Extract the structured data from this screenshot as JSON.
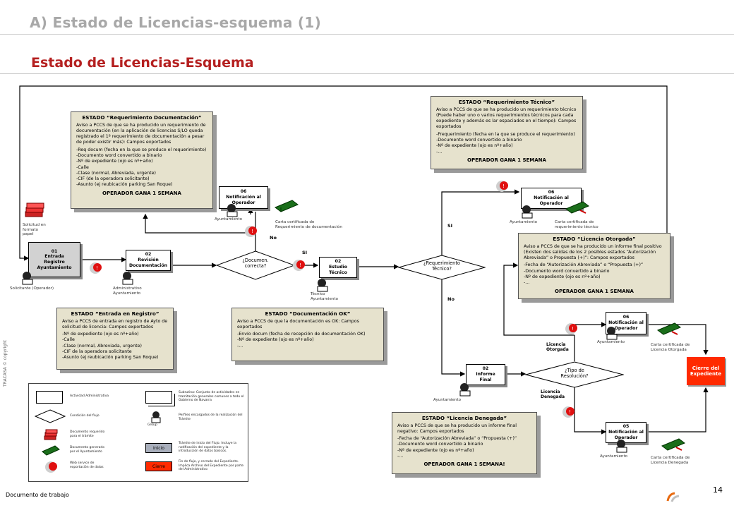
{
  "header": {
    "title": "A) Estado de Licencias-esquema (1)",
    "subtitle": "Estado de Licencias-Esquema"
  },
  "states": {
    "req_doc": {
      "title": "ESTADO “Requerimiento Documentación”",
      "text": "Aviso a PCCS de que se ha producido un requerimiento de documentación (en la aplicación de licencias S/LO queda registrado el 1º requerimiento de documentación a pesar de poder existir más): Campos exportados",
      "items": [
        "-Req docum (fecha en la que se produce el requerimiento)",
        "-Documento word convertido a binario",
        "-Nº de expediente (ojo es nº+año)",
        "-Calle",
        "-Clase (normal, Abreviada, urgente)",
        "-CIF (de la operadora solicitante)",
        "-Asunto (ej reubicación parking San Roque)"
      ],
      "footer": "OPERADOR GANA 1 SEMANA"
    },
    "req_tec": {
      "title": "ESTADO “Requerimiento Técnico”",
      "text": "Aviso a PCCS de que se ha producido un requerimiento técnico (Puede haber uno o varios requerimientos técnicos para cada expediente y además es lar espaciados en el tiempo): Campos exportados",
      "items": [
        "-Frequerimiento (fecha en la que se produce el requerimiento)",
        "-Documento word convertido a binario",
        "-Nº de expediente (ojo es nº+año)",
        "-..."
      ],
      "footer": "OPERADOR GANA 1 SEMANA"
    },
    "entrada": {
      "title": "ESTADO “Entrada en Registro”",
      "text": "Aviso a PCCS de entrada en registro de Ayto de solicitud de licencia: Campos exportados",
      "items": [
        "-Nº de expediente (ojo es nº+año)",
        "-Calle",
        "-Clase (normal, Abreviada, urgente)",
        "-CIF de la operadora solicitante",
        "-Asunto (ej reubicación parking San Roque)"
      ],
      "footer": ""
    },
    "doc_ok": {
      "title": "ESTADO “Documentación OK”",
      "text": "Aviso a PCCS de que la documentación es  OK: Campos exportados",
      "items": [
        "-Envío docum (fecha de recepción de documentación OK)",
        "-Nº de expediente (ojo es nº+año)",
        "-..."
      ],
      "footer": ""
    },
    "otorgada": {
      "title": "ESTADO “Licencia Otorgada”",
      "text": "Aviso a PCCS de que se ha producido un informe final positivo (Existen dos salidas de los 2 posibles estados “Autorización Abreviada” o Propuesta (+)”: Campos exportados",
      "items": [
        "-Fecha de “Autorización Abreviada” o “Propuesta (+)”",
        "-Documento word convertido a binario",
        "-Nº de expediente (ojo es nº+año)",
        "-..."
      ],
      "footer": "OPERADOR GANA 1 SEMANA"
    },
    "denegada": {
      "title": "ESTADO “Licencia Denegada”",
      "text": "Aviso a PCCS de que se ha producido un informe final negativo: Campos exportados",
      "items": [
        "-Fecha de “Autorización Abreviada” o “Propuesta (+)”",
        "-Documento word convertido a binario",
        "-Nº de expediente (ojo es nº+año)",
        "-..."
      ],
      "footer": "OPERADOR GANA 1 SEMANA!"
    }
  },
  "activities": {
    "a01": "01\nEntrada\nRegistro\nAyuntamiento",
    "a02a": "02\nRevisión\nDocumentación",
    "a02b": "02\nEstudio\nTécnico",
    "a02c": "02\nInforme\nFinal",
    "a06a": "06\nNotificación al\nOperador",
    "a06b": "06\nNotificación al\nOperador",
    "a06c": "06\nNotificación al\nOperador",
    "a05": "05\nNotificación al\nOperador",
    "cierre": "Cierre del\nExpediente"
  },
  "decisions": {
    "d1": "¿Documen.\ncorrecta?",
    "d2": "¿Requerimiento\nTécnico?",
    "d3": "¿Tipo de\nResolución?"
  },
  "labels": {
    "si1": "SI",
    "no1": "No",
    "si2": "SI",
    "no2": "No",
    "otorgada": "Licencia\nOtorgada",
    "denegada": "Licencia\nDenegada",
    "solicitud": "Solicitud en\nformato\npapel",
    "solicitante": "Solicitante (Operador)",
    "administrativo": "Administrativo\nAyuntamiento",
    "tecnico": "Técnico\nAyuntamiento",
    "ayto1": "Ayuntamiento",
    "ayto2": "Ayuntamiento",
    "ayto3": "Ayuntamiento",
    "ayto4": "Ayuntamiento",
    "ayto5": "Ayuntamiento",
    "carta_req_doc": "Carta certificada de\nRequerimiento de documentación",
    "carta_req_tec": "Carta certificada de\nrequerimiento técnico",
    "carta_otorgada": "Carta certificada de\nLicencia Otorgada",
    "carta_denegada": "Carta certificada de\nLicencia Denegada"
  },
  "legend": {
    "actividad": "Actividad Administrativa",
    "subrutina": "Subrutina: Conjunto de actividades en tramitación generales comunes a todo el Gobierno de Navarra",
    "condicion": "Condición del flujo",
    "perfiles": "Perfiles encargados de la realización del Trámite",
    "group": "Group",
    "doc_req": "Documento requerido\npara el trámite",
    "doc_gen": "Documento generado\npor el Ayuntamiento",
    "inicio_label": "Inicio",
    "inicio_text": "Trámite de inicio del Flujo. Incluye la notificación del expediente y la introducción de datos básicos.",
    "cierre_label": "Cierre",
    "cierre_text": "Fin de flujo, y cerrado del Expediente. Implica Archivo del Expediente por parte del Administrativo",
    "web": "Web service de\nexportación de datos"
  },
  "footer": {
    "doc": "Documento de trabajo",
    "page": "14",
    "copyright": "TRACASA © copyright"
  },
  "colors": {
    "title_red": "#b52020",
    "state_fill": "#e6e2cd",
    "cierre": "#ff2a00",
    "alarm": "#e01010"
  }
}
